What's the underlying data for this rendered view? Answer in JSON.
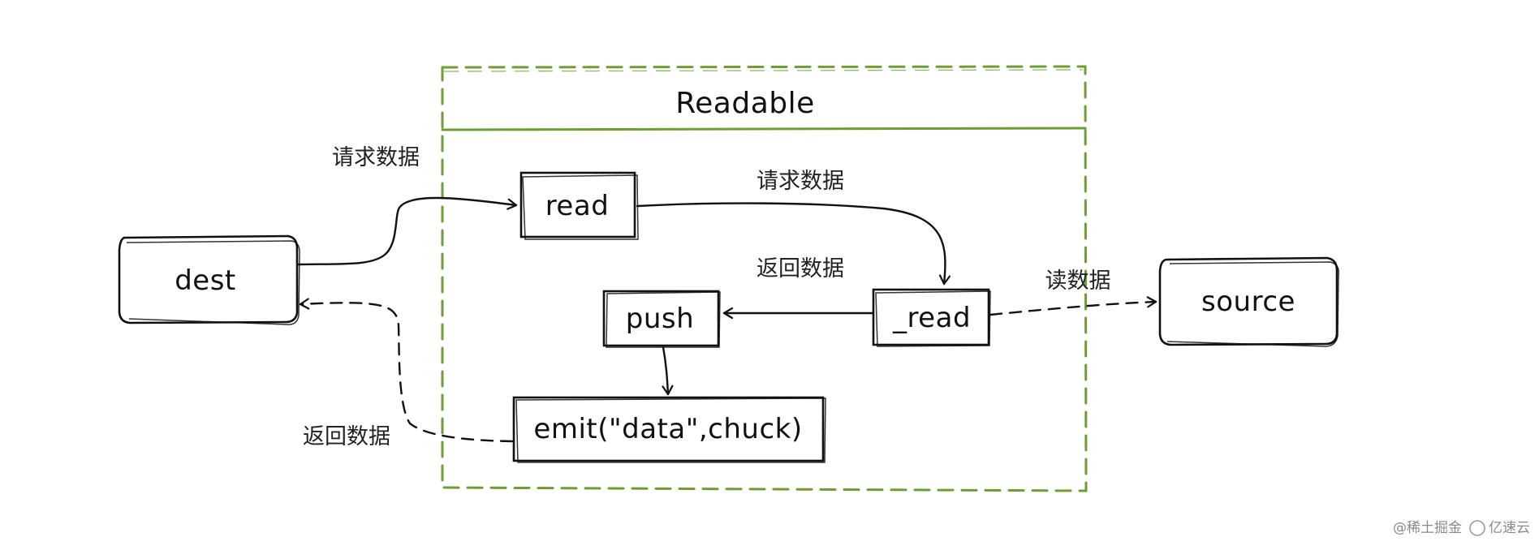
{
  "diagram": {
    "container_title": "Readable",
    "nodes": {
      "dest": "dest",
      "read": "read",
      "_read": "_read",
      "push": "push",
      "emit": "emit(\"data\",chuck)",
      "source": "source"
    },
    "edges": {
      "dest_to_read": "请求数据",
      "read_to__read": "请求数据",
      "_read_to_push": "返回数据",
      "_read_to_source": "读数据",
      "emit_to_dest": "返回数据"
    }
  },
  "colors": {
    "ink": "#111111",
    "container_border": "#6e9d35"
  },
  "watermarks": [
    "@稀土掘金",
    "亿速云"
  ]
}
